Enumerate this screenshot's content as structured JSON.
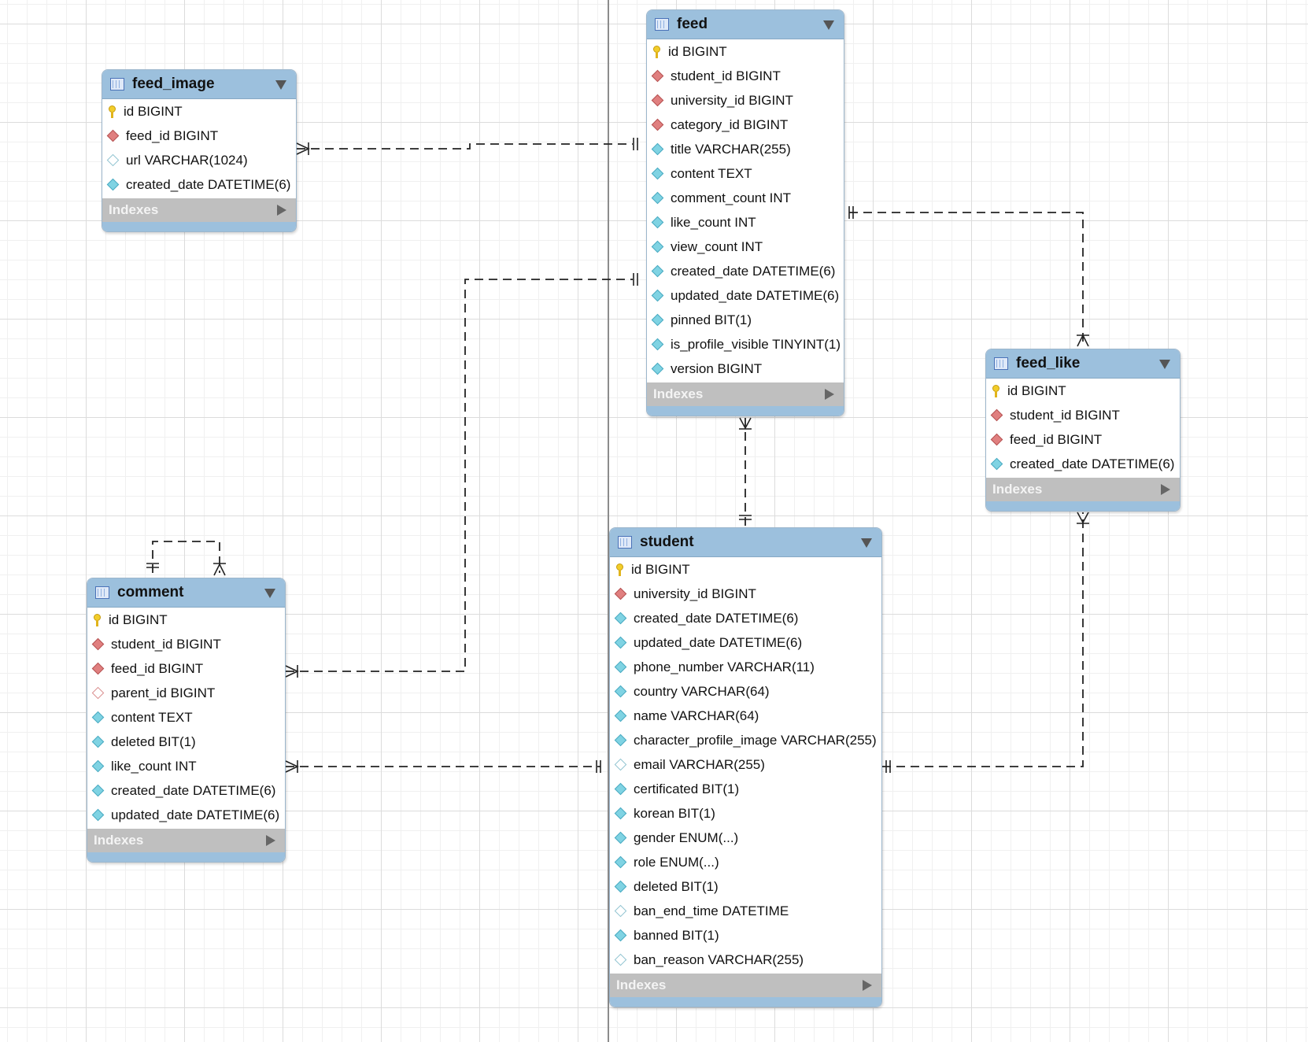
{
  "diagram": {
    "indexes_label": "Indexes",
    "tables": [
      {
        "id": "feed",
        "name": "feed",
        "columns": [
          {
            "text": "id BIGINT",
            "kind": "pk"
          },
          {
            "text": "student_id BIGINT",
            "kind": "fk"
          },
          {
            "text": "university_id BIGINT",
            "kind": "fk"
          },
          {
            "text": "category_id BIGINT",
            "kind": "fk"
          },
          {
            "text": "title VARCHAR(255)",
            "kind": "reg"
          },
          {
            "text": "content TEXT",
            "kind": "reg"
          },
          {
            "text": "comment_count INT",
            "kind": "reg"
          },
          {
            "text": "like_count INT",
            "kind": "reg"
          },
          {
            "text": "view_count INT",
            "kind": "reg"
          },
          {
            "text": "created_date DATETIME(6)",
            "kind": "reg"
          },
          {
            "text": "updated_date DATETIME(6)",
            "kind": "reg"
          },
          {
            "text": "pinned BIT(1)",
            "kind": "reg"
          },
          {
            "text": "is_profile_visible TINYINT(1)",
            "kind": "reg"
          },
          {
            "text": "version BIGINT",
            "kind": "reg"
          }
        ]
      },
      {
        "id": "feed_image",
        "name": "feed_image",
        "columns": [
          {
            "text": "id BIGINT",
            "kind": "pk"
          },
          {
            "text": "feed_id BIGINT",
            "kind": "fk"
          },
          {
            "text": "url VARCHAR(1024)",
            "kind": "reg-null"
          },
          {
            "text": "created_date DATETIME(6)",
            "kind": "reg"
          }
        ]
      },
      {
        "id": "feed_like",
        "name": "feed_like",
        "columns": [
          {
            "text": "id BIGINT",
            "kind": "pk"
          },
          {
            "text": "student_id BIGINT",
            "kind": "fk"
          },
          {
            "text": "feed_id BIGINT",
            "kind": "fk"
          },
          {
            "text": "created_date DATETIME(6)",
            "kind": "reg"
          }
        ]
      },
      {
        "id": "comment",
        "name": "comment",
        "columns": [
          {
            "text": "id BIGINT",
            "kind": "pk"
          },
          {
            "text": "student_id BIGINT",
            "kind": "fk"
          },
          {
            "text": "feed_id BIGINT",
            "kind": "fk"
          },
          {
            "text": "parent_id BIGINT",
            "kind": "fk-null"
          },
          {
            "text": "content TEXT",
            "kind": "reg"
          },
          {
            "text": "deleted BIT(1)",
            "kind": "reg"
          },
          {
            "text": "like_count INT",
            "kind": "reg"
          },
          {
            "text": "created_date DATETIME(6)",
            "kind": "reg"
          },
          {
            "text": "updated_date DATETIME(6)",
            "kind": "reg"
          }
        ]
      },
      {
        "id": "student",
        "name": "student",
        "columns": [
          {
            "text": "id BIGINT",
            "kind": "pk"
          },
          {
            "text": "university_id BIGINT",
            "kind": "fk"
          },
          {
            "text": "created_date DATETIME(6)",
            "kind": "reg"
          },
          {
            "text": "updated_date DATETIME(6)",
            "kind": "reg"
          },
          {
            "text": "phone_number VARCHAR(11)",
            "kind": "reg"
          },
          {
            "text": "country VARCHAR(64)",
            "kind": "reg"
          },
          {
            "text": "name VARCHAR(64)",
            "kind": "reg"
          },
          {
            "text": "character_profile_image VARCHAR(255)",
            "kind": "reg"
          },
          {
            "text": "email VARCHAR(255)",
            "kind": "reg-null"
          },
          {
            "text": "certificated BIT(1)",
            "kind": "reg"
          },
          {
            "text": "korean BIT(1)",
            "kind": "reg"
          },
          {
            "text": "gender ENUM(...)",
            "kind": "reg"
          },
          {
            "text": "role ENUM(...)",
            "kind": "reg"
          },
          {
            "text": "deleted BIT(1)",
            "kind": "reg"
          },
          {
            "text": "ban_end_time DATETIME",
            "kind": "reg-null"
          },
          {
            "text": "banned BIT(1)",
            "kind": "reg"
          },
          {
            "text": "ban_reason VARCHAR(255)",
            "kind": "reg-null"
          }
        ]
      }
    ],
    "relationships": [
      {
        "from": "feed_image",
        "to": "feed",
        "cardinality": "many-to-one"
      },
      {
        "from": "feed_like",
        "to": "feed",
        "cardinality": "many-to-one"
      },
      {
        "from": "comment",
        "to": "feed",
        "cardinality": "many-to-one"
      },
      {
        "from": "feed",
        "to": "student",
        "cardinality": "many-to-one"
      },
      {
        "from": "comment",
        "to": "student",
        "cardinality": "many-to-one"
      },
      {
        "from": "feed_like",
        "to": "student",
        "cardinality": "many-to-one"
      },
      {
        "from": "comment",
        "to": "comment",
        "cardinality": "self-reference"
      }
    ],
    "colors": {
      "header": "#9cc0dd",
      "indexes_bar": "#bfbfbf",
      "pk_icon": "#f2cd2a",
      "fk_icon": "#e07f7f",
      "column_icon": "#7fd3e3",
      "line": "#222222"
    }
  }
}
